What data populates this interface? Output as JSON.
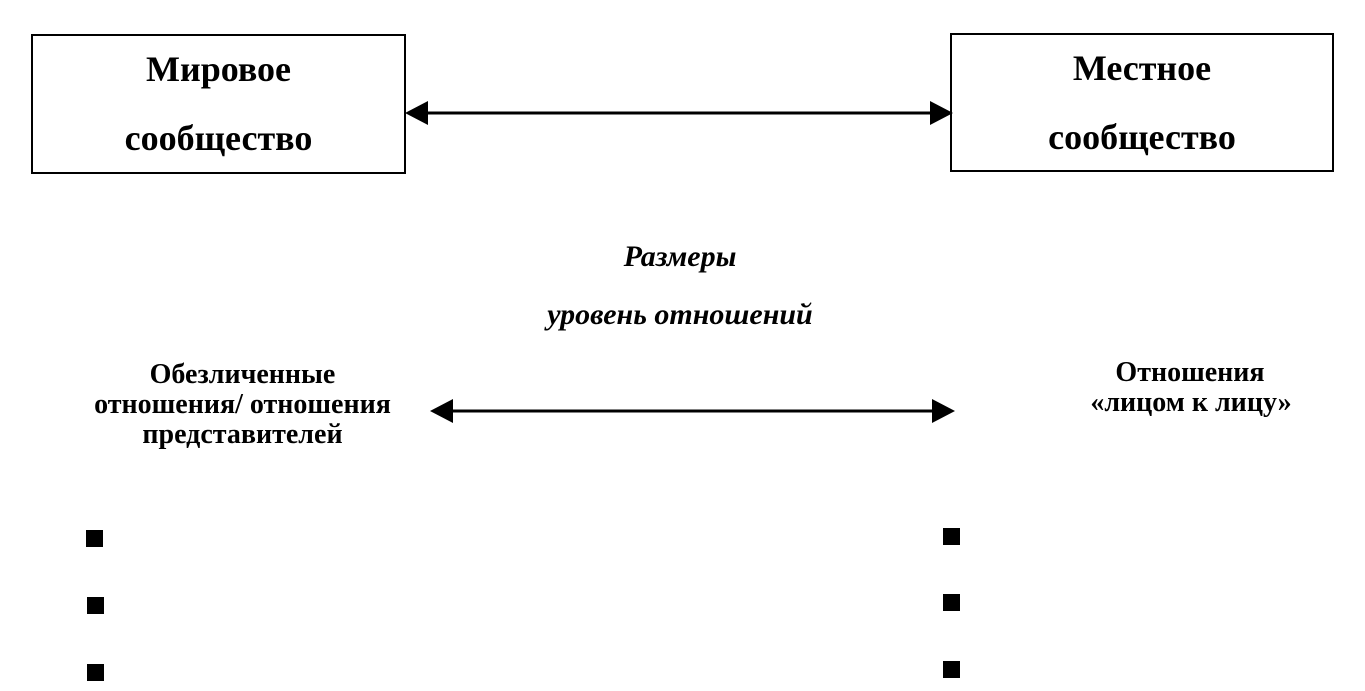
{
  "left_box": {
    "line1": "Мировое",
    "line2": "сообщество"
  },
  "right_box": {
    "line1": "Местное",
    "line2": "сообщество"
  },
  "center": {
    "dimensions": "Размеры",
    "level": "уровень отношений"
  },
  "left_relations": {
    "line1": "Обезличенные",
    "line2": "отношения/ отношения",
    "line3": "представителей"
  },
  "right_relations": {
    "line1": "Отношения",
    "line2": "«лицом к лицу»"
  },
  "bullets": {
    "left_count_visible": 3,
    "right_count_visible": 3
  }
}
